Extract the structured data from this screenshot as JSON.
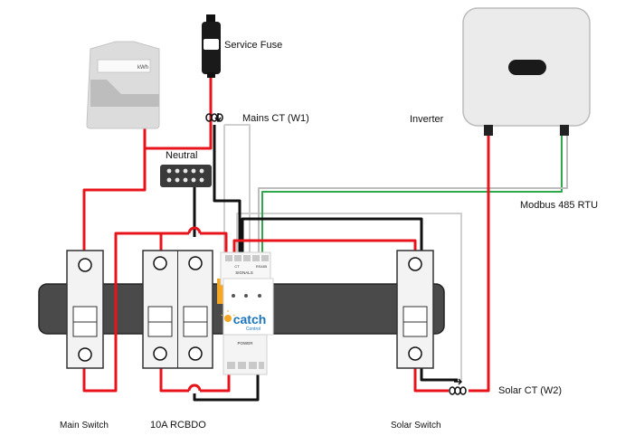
{
  "labels": {
    "service_fuse": "Service Fuse",
    "mains_ct": "Mains CT (W1)",
    "inverter": "Inverter",
    "neutral": "Neutral",
    "modbus": "Modbus 485 RTU",
    "solar_ct": "Solar CT (W2)",
    "main_switch": "Main Switch",
    "rcbo": "10A RCBDO",
    "solar_switch": "Solar Switch"
  },
  "meter": {
    "unit": "kWh"
  },
  "device": {
    "brand_top": "catch",
    "brand_bottom": "Control",
    "signals": "SIGNALS",
    "power": "POWER",
    "ct": "CT",
    "rs485": "RS485"
  },
  "colors": {
    "live_wire": "#e8141c",
    "neutral_wire": "#111111",
    "ct_wire": "#cfcfcf",
    "rs485_green": "#2ea84a",
    "din_rail": "#4a4a4a",
    "breaker_body": "#f3f3f3",
    "inverter_body": "#ebebeb",
    "brand_orange": "#f5a623",
    "brand_blue": "#1c75bc"
  }
}
